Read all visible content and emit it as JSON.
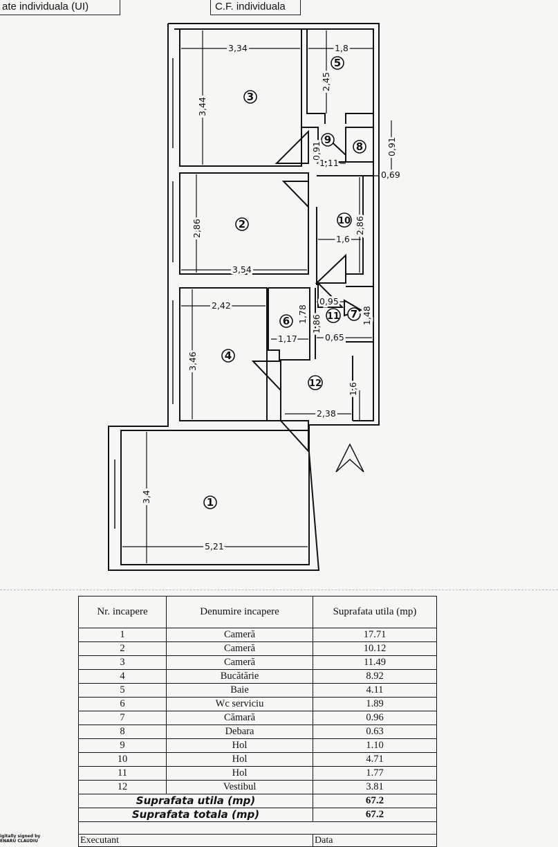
{
  "header": {
    "left_cell": "ate individuala (UI)",
    "right_cell": "C.F. individuala"
  },
  "plan": {
    "rooms": [
      {
        "no": "1"
      },
      {
        "no": "2"
      },
      {
        "no": "3"
      },
      {
        "no": "4"
      },
      {
        "no": "5"
      },
      {
        "no": "6"
      },
      {
        "no": "7"
      },
      {
        "no": "8"
      },
      {
        "no": "9"
      },
      {
        "no": "10"
      },
      {
        "no": "11"
      },
      {
        "no": "12"
      }
    ],
    "dimensions": {
      "r3_width": "3,34",
      "r3_height": "3,44",
      "r5_width": "1,8",
      "r5_height": "2,45",
      "r9_height": "0,91",
      "r9_width": "1,11",
      "ext_091": "0,91",
      "ext_069": "0,69",
      "r2_height": "2,86",
      "r2_width": "3,54",
      "r10_height": "2,86",
      "r10_width": "1,6",
      "r4_width": "2,42",
      "r4_height": "3,46",
      "r6_height": "1,78",
      "r6_width": "1,17",
      "r11_height": "1,86",
      "r11_w095": "0,95",
      "r11_w065": "0,65",
      "r7_height": "1,48",
      "r12_height": "1,6",
      "r12_width": "2,38",
      "r1_height": "3,4",
      "r1_width": "5,21"
    }
  },
  "table": {
    "headers": [
      "Nr. incapere",
      "Denumire incapere",
      "Suprafata utila (mp)"
    ],
    "rows": [
      [
        "1",
        "Cameră",
        "17.71"
      ],
      [
        "2",
        "Cameră",
        "10.12"
      ],
      [
        "3",
        "Cameră",
        "11.49"
      ],
      [
        "4",
        "Bucătărie",
        "8.92"
      ],
      [
        "5",
        "Baie",
        "4.11"
      ],
      [
        "6",
        "Wc serviciu",
        "1.89"
      ],
      [
        "7",
        "Cămară",
        "0.96"
      ],
      [
        "8",
        "Debara",
        "0.63"
      ],
      [
        "9",
        "Hol",
        "1.10"
      ],
      [
        "10",
        "Hol",
        "4.71"
      ],
      [
        "11",
        "Hol",
        "1.77"
      ],
      [
        "12",
        "Vestibul",
        "3.81"
      ]
    ],
    "total_util_label": "Suprafata utila (mp)",
    "total_util_value": "67.2",
    "total_total_label": "Suprafata totala (mp)",
    "total_total_value": "67.2",
    "footer_left": "Executant",
    "footer_right": "Data"
  },
  "signature": {
    "line1": "igitally signed by",
    "line2": "ENARU CLAUDIU"
  }
}
